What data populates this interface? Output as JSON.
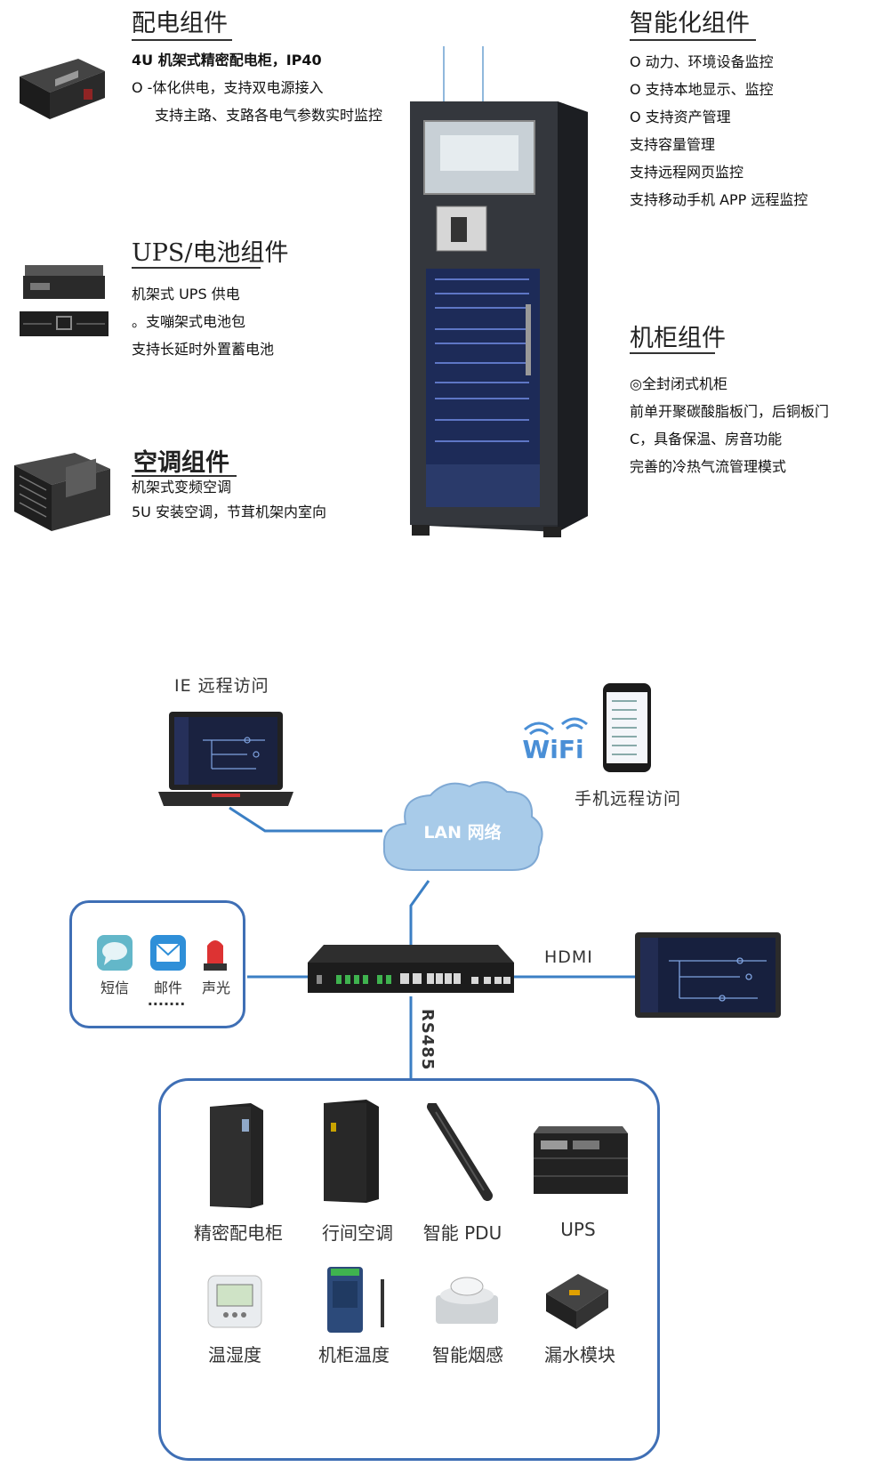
{
  "top": {
    "power": {
      "title": "配电组件",
      "lines": [
        "4U 机架式精密配电柜，IP40",
        "O -体化供电，支持双电源接入",
        "支持主路、支路各电气参数实时监控"
      ]
    },
    "smart": {
      "title": "智能化组件",
      "lines": [
        "O 动力、环境设备监控",
        "O 支持本地显示、监控",
        "O 支持资产管理",
        "支持容量管理",
        "支持远程网页监控",
        "支持移动手机 APP 远程监控"
      ]
    },
    "ups": {
      "title": "UPS/电池组件",
      "lines": [
        "机架式 UPS 供电",
        "。支嘣架式电池包",
        "支持长延时外置蓄电池"
      ]
    },
    "cabinet": {
      "title": "机柜组件",
      "lines": [
        "◎全封闭式机柜",
        "前单开聚碳酸脂板门，后铜板门",
        "C，具备保温、房音功能",
        "完善的冷热气流管理模式"
      ]
    },
    "ac": {
      "title": "空调组件",
      "lines": [
        "机架式变频空调",
        "5U 安装空调，节茸机架内室向"
      ]
    }
  },
  "network": {
    "ie_label": "IE 远程访问",
    "wifi_text": "WiFi",
    "phone_label": "手机远程访问",
    "lan_label": "LAN 网络",
    "hdmi_label": "HDMI",
    "rs485_label": "RS485",
    "alarms": {
      "sms": "短信",
      "mail": "邮件",
      "light": "声光",
      "more": "·······"
    },
    "devices_row1": [
      "精密配电柜",
      "行间空调",
      "智能 PDU",
      "UPS"
    ],
    "devices_row2": [
      "温湿度",
      "机柜温度",
      "智能烟感",
      "漏水模块"
    ]
  },
  "colors": {
    "line_blue": "#3b7fc4",
    "cloud_blue": "#a8cbe9",
    "box_border": "#3f6fb5"
  }
}
